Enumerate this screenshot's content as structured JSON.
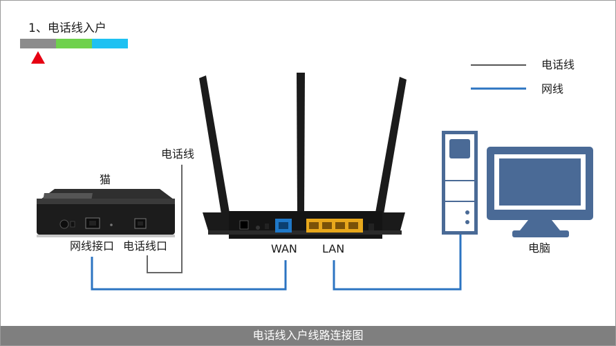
{
  "step": {
    "title": "1、电话线入户",
    "progress_colors": [
      "#8c8c8c",
      "#6fd14d",
      "#1ec1f2"
    ],
    "marker_color": "#e60012"
  },
  "legend": {
    "phone_line": {
      "label": "电话线",
      "color": "#555555"
    },
    "network_line": {
      "label": "网线",
      "color": "#2c74c2"
    }
  },
  "modem": {
    "label": "猫",
    "ports": {
      "network": "网线接口",
      "phone": "电话线口"
    }
  },
  "phone_line_label": "电话线",
  "router": {
    "wan_label": "WAN",
    "lan_label": "LAN"
  },
  "computer": {
    "label": "电脑"
  },
  "footer": {
    "title": "电话线入户线路连接图"
  }
}
